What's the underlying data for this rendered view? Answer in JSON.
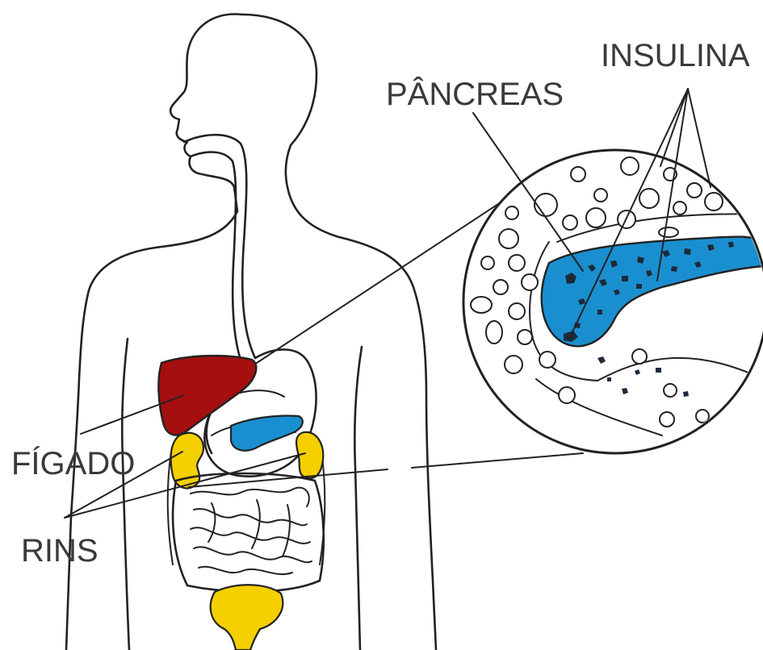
{
  "labels": {
    "liver": "FÍGADO",
    "kidneys": "RINS",
    "pancreas": "PÂNCREAS",
    "insulin": "INSULINA"
  },
  "colors": {
    "liver": "#a50f0f",
    "kidneys": "#f5d000",
    "bladder": "#f5d000",
    "pancreas": "#1a8fd0",
    "outline": "#222222",
    "label_text": "#3a3a3a",
    "background": "#ffffff"
  },
  "icons": {
    "insulin_granule": "dark-speck"
  }
}
